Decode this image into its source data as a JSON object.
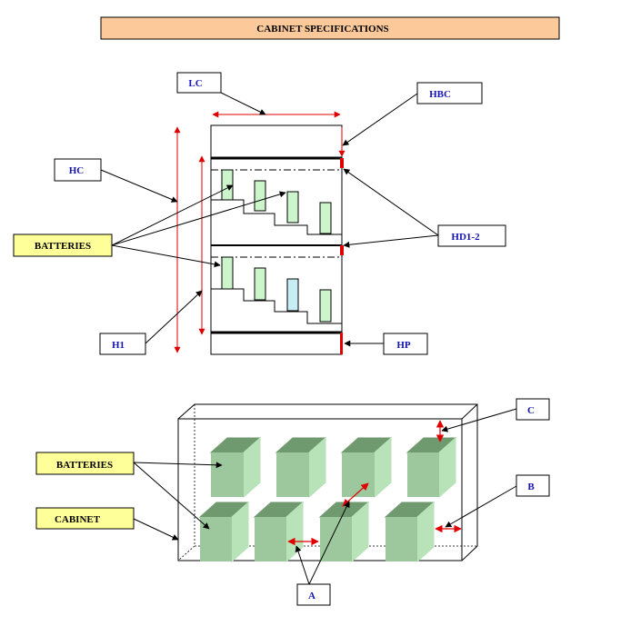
{
  "title": "CABINET SPECIFICATIONS",
  "labels": {
    "lc": "LC",
    "hbc": "HBC",
    "hc": "HC",
    "batteries_top": "BATTERIES",
    "hd12": "HD1-2",
    "h1": "H1",
    "hp": "HP",
    "c": "C",
    "batteries_bottom": "BATTERIES",
    "b": "B",
    "cabinet": "CABINET",
    "a": "A"
  },
  "colors": {
    "title_fill": "#fbc99a",
    "blue_label_text": "#1414b4",
    "callout_fill": "#ffff99",
    "dimension_arrow": "#e00000",
    "battery_light": "#ccf5cc",
    "cube_front": "#9dc79d",
    "cube_top": "#6f9a6f",
    "cube_side": "#b8e2b8"
  }
}
